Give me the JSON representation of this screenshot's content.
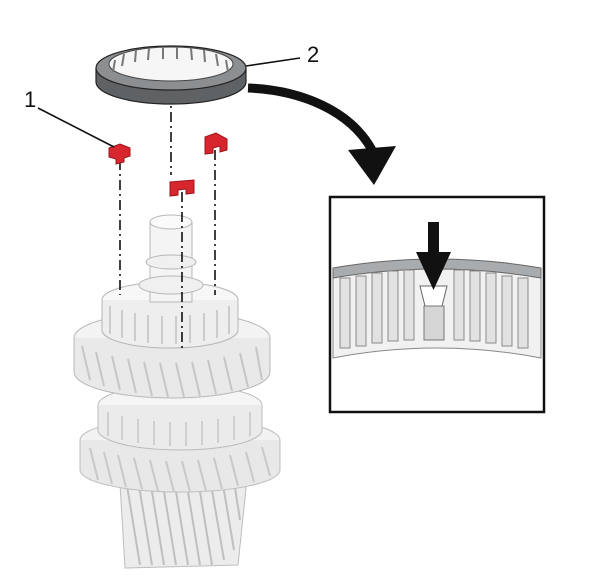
{
  "callouts": [
    {
      "number": "1",
      "part": "key"
    },
    {
      "number": "2",
      "part": "sliding-sleeve"
    }
  ],
  "colors": {
    "key_red": "#d8262e",
    "key_red_dark": "#9e141b",
    "sleeve_dark": "#6f7275",
    "gear_light": "#efefef",
    "line": "#111111"
  },
  "detail_view": {
    "shows": "sleeve-internal-teeth-groove",
    "arrow_icon": "down-arrow-icon"
  }
}
